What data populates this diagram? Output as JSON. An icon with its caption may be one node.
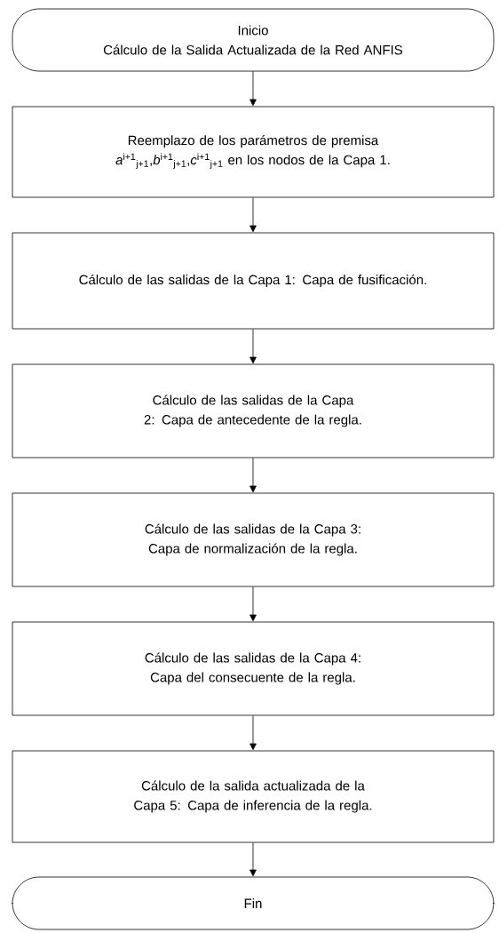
{
  "diagram": {
    "nodes": [
      {
        "text": [
          "Inicio",
          "Cálculo de la Salida Actualizada de la Red ANFIS"
        ]
      },
      {
        "text": [
          "Reemplazo de los parámetros de premisa *a*$^{i+1}$$_{j+1}$,*b*$^{i+1}$$_{j+1}$,*c*$^{i+1}$$_{j+1}$ en los nodos de la Capa 1."
        ]
      },
      {
        "text": [
          "Cálculo de las salidas de la Capa 1:  Capa de fusificación."
        ]
      },
      {
        "text": [
          "Cálculo de las salidas de la Capa 2:  Capa de antecedente de la regla."
        ]
      },
      {
        "text": [
          "Cálculo de las salidas de la Capa 3:  Capa de normalización de la regla."
        ]
      },
      {
        "text": [
          "Cálculo de las salidas de la Capa 4:  Capa del consecuente de la regla."
        ]
      },
      {
        "text": [
          "Cálculo de la salida actualizada de la Capa 5: Capa de inferencia de la regla."
        ]
      },
      {
        "text": [
          "Fin"
        ]
      }
    ],
    "edges": [
      {
        "from": 0,
        "to": 1,
        "arrow": "to"
      },
      {
        "from": 1,
        "to": 2,
        "arrow": "to"
      },
      {
        "from": 2,
        "to": 3,
        "arrow": "to"
      },
      {
        "from": 3,
        "to": 4,
        "arrow": "to"
      },
      {
        "from": 4,
        "to": 5,
        "arrow": "to"
      },
      {
        "from": 5,
        "to": 6,
        "arrow": "to"
      },
      {
        "from": 6,
        "to": 7,
        "arrow": "to"
      }
    ]
  }
}
